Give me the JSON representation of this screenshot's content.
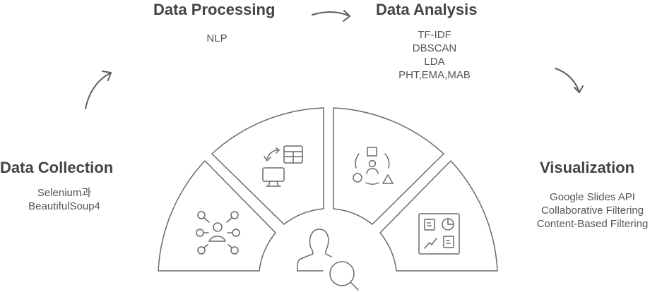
{
  "stages": [
    {
      "id": "collection",
      "title": "Data Collection",
      "items": [
        "Selenium과",
        "BeautifulSoup4"
      ],
      "icon": "network-user-icon"
    },
    {
      "id": "processing",
      "title": "Data Processing",
      "items": [
        "NLP"
      ],
      "icon": "data-transform-icon"
    },
    {
      "id": "analysis",
      "title": "Data Analysis",
      "items": [
        "TF-IDF",
        "DBSCAN",
        "LDA",
        "PHT,EMA,MAB"
      ],
      "icon": "cluster-analysis-icon"
    },
    {
      "id": "visualization",
      "title": "Visualization",
      "items": [
        "Google Slides API",
        "Collaborative Filtering",
        "Content-Based Filtering"
      ],
      "icon": "dashboard-icon"
    }
  ],
  "center_icon": "user-search-icon",
  "colors": {
    "stroke": "#5a5a5a",
    "text": "#444444",
    "background": "#ffffff"
  }
}
